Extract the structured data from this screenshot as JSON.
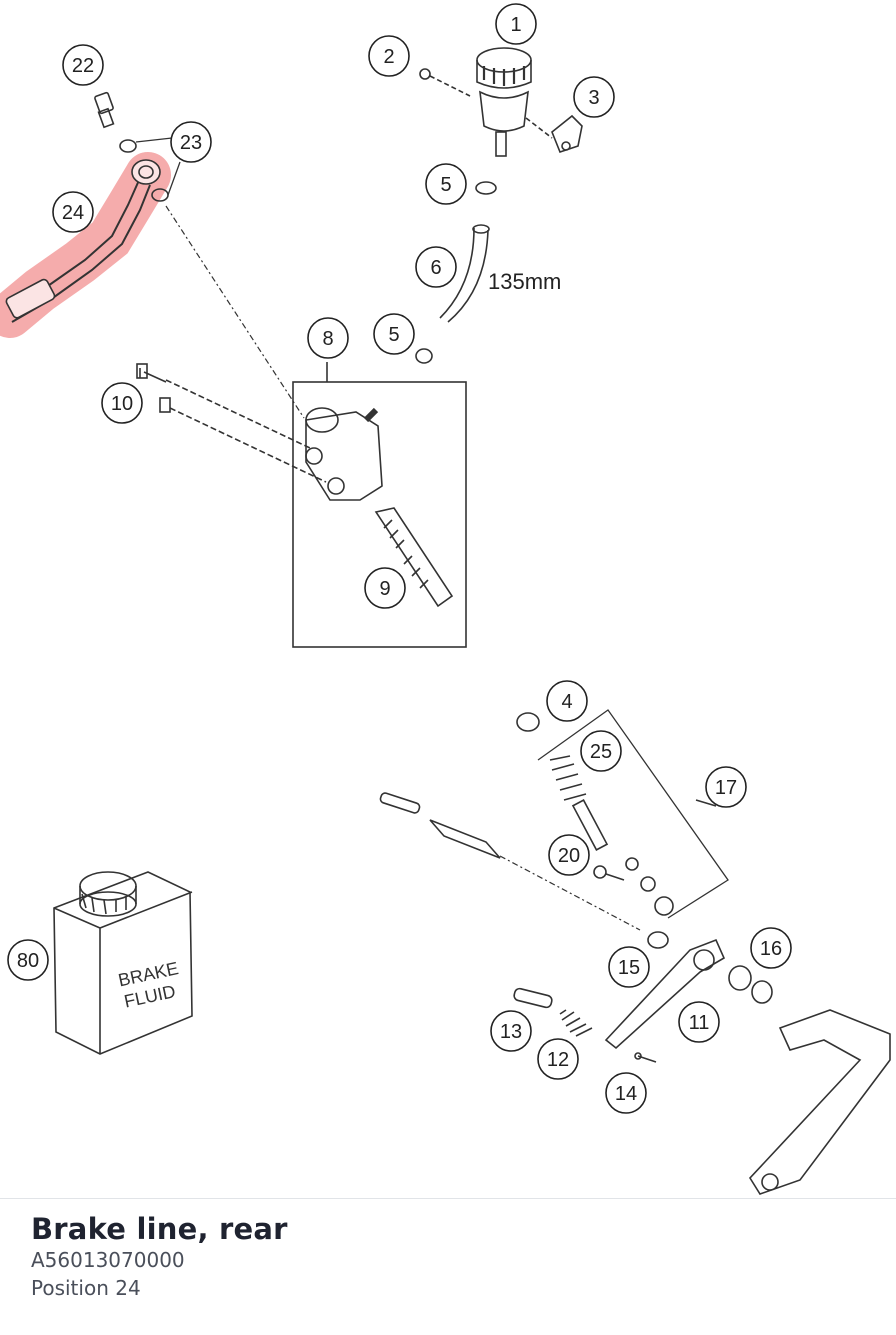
{
  "part": {
    "name": "Brake line, rear",
    "number": "A56013070000",
    "position": "Position 24"
  },
  "diagram": {
    "highlight_color": "#f4a3a3",
    "callouts": [
      "1",
      "2",
      "3",
      "4",
      "5",
      "5",
      "6",
      "8",
      "9",
      "10",
      "11",
      "12",
      "13",
      "14",
      "15",
      "16",
      "17",
      "20",
      "22",
      "23",
      "24",
      "25",
      "80"
    ],
    "hose_length_label": "135mm",
    "bottle_label_line1": "BRAKE",
    "bottle_label_line2": "FLUID"
  }
}
